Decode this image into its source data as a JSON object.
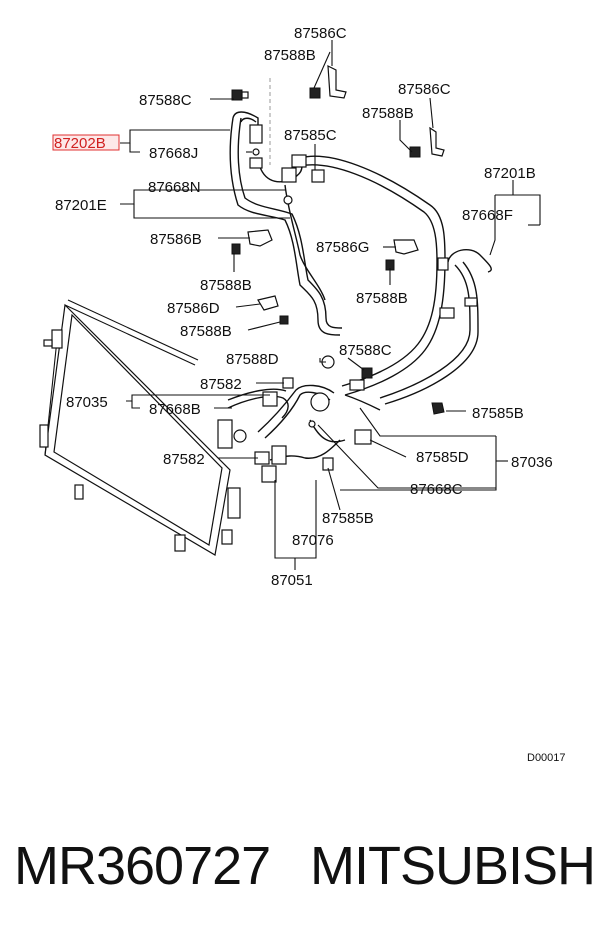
{
  "diagram": {
    "code": "D00017",
    "labels": {
      "l_87586C_top": "87586C",
      "l_87588B_top": "87588B",
      "l_87588C_left": "87588C",
      "l_87586C_right": "87586C",
      "l_87588B_right": "87588B",
      "l_87202B": "87202B",
      "l_87668J": "87668J",
      "l_87585C_top": "87585C",
      "l_87668N": "87668N",
      "l_87201E": "87201E",
      "l_87201B": "87201B",
      "l_87668F": "87668F",
      "l_87586B": "87586B",
      "l_87586G": "87586G",
      "l_87588B_mid": "87588B",
      "l_87588B_mid2": "87588B",
      "l_87586D": "87586D",
      "l_87588B_lower": "87588B",
      "l_87588D": "87588D",
      "l_87588C_mid": "87588C",
      "l_87582_a": "87582",
      "l_87035": "87035",
      "l_87668B": "87668B",
      "l_87585B_right": "87585B",
      "l_87582_b": "87582",
      "l_87585D": "87585D",
      "l_87036": "87036",
      "l_87668C": "87668C",
      "l_87585B_bottom": "87585B",
      "l_87076": "87076",
      "l_87051": "87051"
    },
    "highlight_color": "#e03030"
  },
  "footer": {
    "part_number": "MR360727",
    "brand": "MITSUBISHI"
  }
}
